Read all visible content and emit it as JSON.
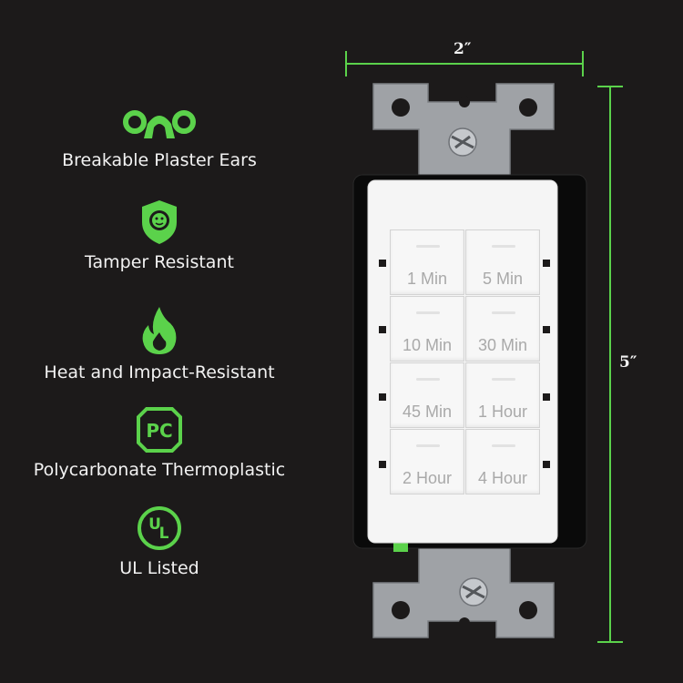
{
  "features": [
    {
      "label": "Breakable Plaster Ears",
      "icon": "plaster-ears-icon"
    },
    {
      "label": "Tamper Resistant",
      "icon": "tamper-shield-icon"
    },
    {
      "label": "Heat and Impact-Resistant",
      "icon": "flame-icon"
    },
    {
      "label": "Polycarbonate Thermoplastic",
      "icon": "pc-badge-icon"
    },
    {
      "label": "UL Listed",
      "icon": "ul-listed-icon"
    }
  ],
  "dimensions": {
    "width": "2″",
    "height": "5″"
  },
  "buttons": [
    {
      "label": "1 Min"
    },
    {
      "label": "5 Min"
    },
    {
      "label": "10 Min"
    },
    {
      "label": "30 Min"
    },
    {
      "label": "45 Min"
    },
    {
      "label": "1 Hour"
    },
    {
      "label": "2 Hour"
    },
    {
      "label": "4 Hour"
    }
  ],
  "colors": {
    "accent": "#5bd24b",
    "background": "#1c1a1a",
    "plate": "#f5f5f5",
    "metal": "#9fa2a6"
  }
}
